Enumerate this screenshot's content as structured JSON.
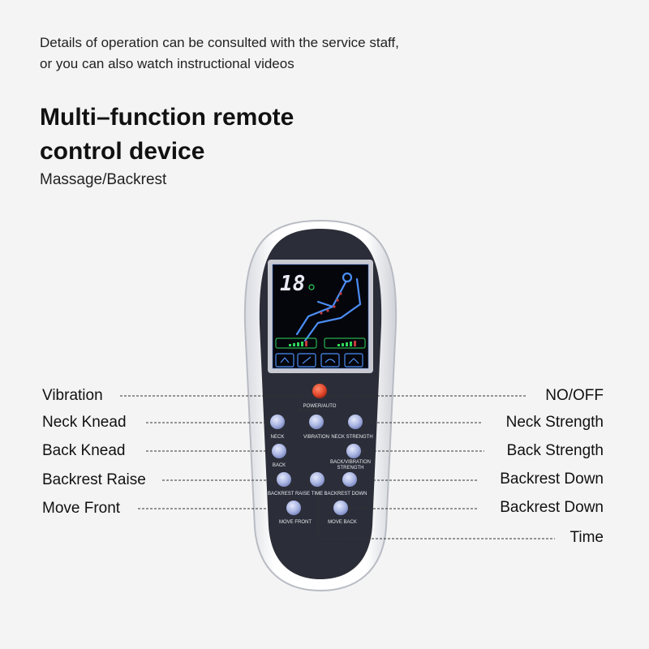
{
  "intro": {
    "line1": "Details of operation can be consulted with the service staff,",
    "line2": "or you can also watch instructional videos"
  },
  "title": {
    "line1": "Multi–function remote",
    "line2": "control device"
  },
  "subtitle": "Massage/Backrest",
  "screen": {
    "timer": "18"
  },
  "callouts": {
    "left": [
      "Vibration",
      "Neck Knead",
      "Back Knead",
      "Backrest Raise",
      "Move Front"
    ],
    "right": [
      "NO/OFF",
      "Neck Strength",
      "Back Strength",
      "Backrest Down",
      "Backrest Down",
      "Time"
    ]
  },
  "button_labels": {
    "power": "POWER/AUTO",
    "neck": "NECK",
    "vibration": "VIBRATION",
    "neck_strength": "NECK STRENGTH",
    "back": "BACK",
    "back_vibration_strength_1": "BACK/VIBRATION",
    "back_vibration_strength_2": "STRENGTH",
    "backrest_raise": "BACKREST RAISE",
    "time": "TIME",
    "backrest_down": "BACKREST DOWN",
    "move_front": "MOVE FRONT",
    "move_back": "MOVE BACK"
  },
  "colors": {
    "background": "#f4f4f4",
    "remote_shell": "#ffffff",
    "remote_face": "#2b2e38",
    "button": "#b9c4ea",
    "power_button": "#e0462a",
    "screen_frame": "#c9c9d2",
    "screen_glow": "#2b6ae0"
  }
}
